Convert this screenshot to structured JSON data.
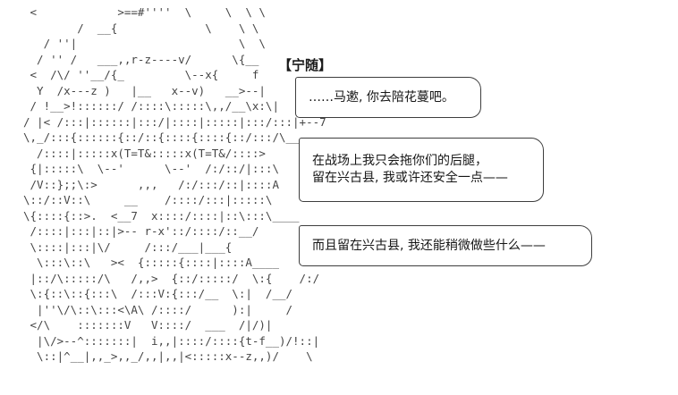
{
  "meta": {
    "bg_color": "#ffffff",
    "art_ink_color": "#454545",
    "text_ink_color": "#161616"
  },
  "speaker": {
    "name": "【宁随】"
  },
  "bubbles": [
    {
      "lines": [
        "……马遬, 你去陪花蔓吧。"
      ]
    },
    {
      "lines": [
        "在战场上我只会拖你们的后腿，",
        "留在兴古县, 我或许还安全一点——"
      ]
    },
    {
      "lines": [
        "而且留在兴古县, 我还能稍微做些什么——"
      ]
    }
  ],
  "ascii_art": {
    "lines": [
      " <            >==#''''  \\     \\  \\ \\",
      "        /  __{             \\    \\ \\",
      "   / ''|                        \\  \\",
      "  / '' /   ___,,r-z----v/      \\{__",
      " <  /\\/ ''__/{_         \\--x{     f",
      "  Y  /x---z )   |__   x--v)   __>--|",
      " / !__>!::::::/ /::::\\:::::\\,,/__\\x:\\|",
      "/ |< /:::|::::::|:::/|::::|:::::|:::/:::|+--7",
      "\\,_/:::{::::::{::/::{::::{::::{::/:::/\\__",
      "  /::::|:::::x(T=T&:::::x(T=T&/::::>",
      " {|:::::\\  \\--'      \\--'  /:/::/|:::\\",
      " /V::};;\\:>      ,,,   /:/:::/::|::::A",
      "\\::/::V::\\     __    /::::/:::|:::::\\",
      "\\{::::{::>.  <__7  x::::/::::|::\\:::\\____",
      " /::::|:::|::|>-- r-x'::/::::/::__/",
      " \\::::|:::|\\/     /:::/___|___{",
      "  \\:::\\::\\   ><  {:::::{::::|::::A____",
      " |::/\\:::::/\\   /,,>  {::/:::::/  \\:{    /:/",
      " \\:{::\\::{:::\\  /:::V:{:::/__  \\:|  /__/",
      "  |''\\/\\::\\:::<\\A\\ /::::/      ):|     /",
      " </\\    :::::::V   V::::/  ___  /|/)|",
      "  |\\/>--^:::::::|  i,,|::::/::::{t-f__)/!::|",
      "  \\::|^__|,,_>,,_/,,|,,|<:::::x--z,,)/    \\"
    ]
  }
}
